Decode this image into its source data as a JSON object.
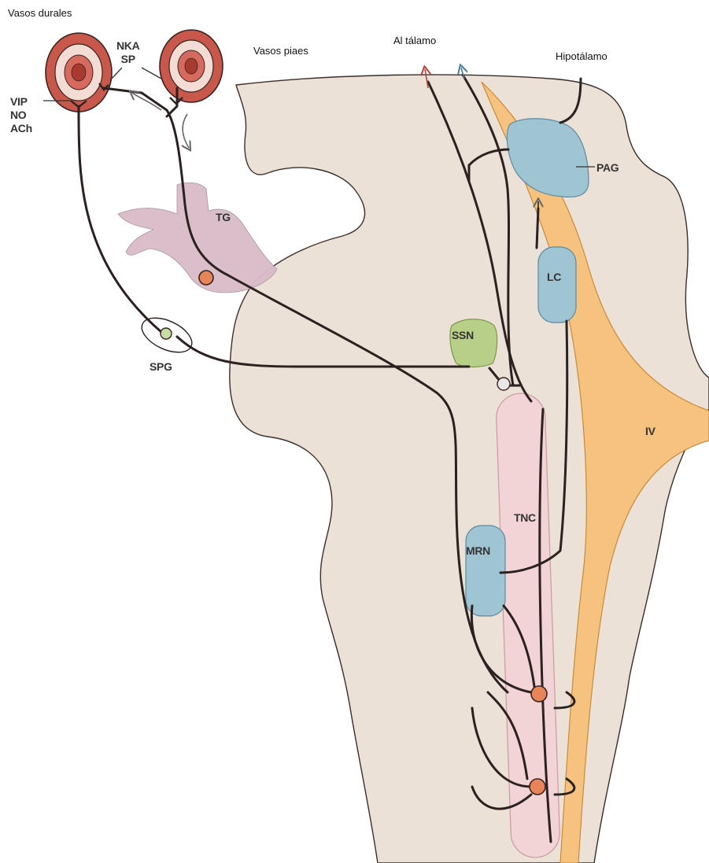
{
  "labels": {
    "dural_vessels": "Vasos durales",
    "pial_vessels": "Vasos piaes",
    "to_thalamus": "Al tálamo",
    "hypothalamus": "Hipotálamo",
    "nka": "NKA",
    "sp": "SP",
    "vip": "VIP",
    "no": "NO",
    "ach": "ACh",
    "tg": "TG",
    "spg": "SPG",
    "ssn": "SSN",
    "pag": "PAG",
    "lc": "LC",
    "iv": "IV",
    "tnc": "TNC",
    "mrn": "MRN"
  },
  "colors": {
    "brainstem": "#ece1d6",
    "ventricle": "#f6c27f",
    "vessel": "#c8584c",
    "trigeminal_ganglion": "#d9bcc9",
    "nucleus_blue": "#9fc4d2",
    "ssn_green": "#b7cf86",
    "tnc_pink": "#f3d4d6",
    "neuron_orange": "#e8845a",
    "spg_neuron": "#c8dca6",
    "pathway": "#2b2220"
  }
}
